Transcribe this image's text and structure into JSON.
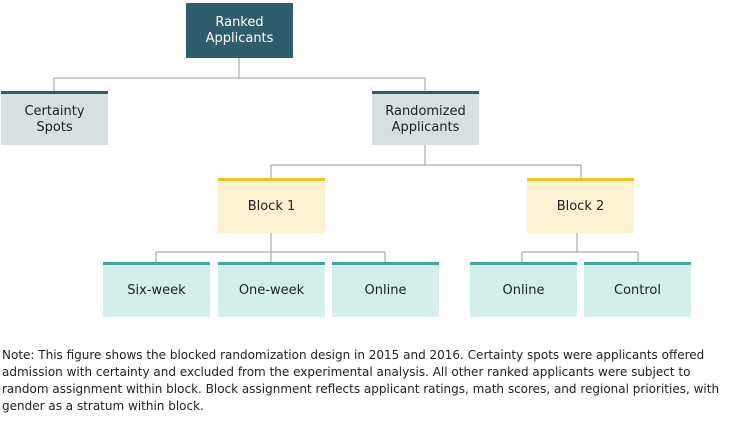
{
  "nodes": {
    "root": {
      "line1": "Ranked",
      "line2": "Applicants"
    },
    "certainty": {
      "line1": "Certainty",
      "line2": "Spots"
    },
    "randomized": {
      "line1": "Randomized",
      "line2": "Applicants"
    },
    "block1": {
      "label": "Block 1"
    },
    "block2": {
      "label": "Block 2"
    },
    "six_week": {
      "label": "Six-week"
    },
    "one_week": {
      "label": "One-week"
    },
    "online1": {
      "label": "Online"
    },
    "online2": {
      "label": "Online"
    },
    "control": {
      "label": "Control"
    }
  },
  "note": "Note: This figure shows the blocked randomization design in 2015 and 2016. Certainty spots were applicants offered admission with certainty and excluded from the experimental analysis. All other ranked applicants were subject to random assignment within block. Block assignment reflects applicant ratings, math scores, and regional priorities, with gender as a stratum within block.",
  "colors": {
    "root_fill": "#2e5e6a",
    "gray_fill": "#d6e0e2",
    "yellow_fill": "#fcf2d2",
    "yellow_accent": "#f0c21b",
    "teal_fill": "#d3eeeb",
    "teal_accent": "#3faa9c",
    "connector": "#9a9a9a"
  }
}
